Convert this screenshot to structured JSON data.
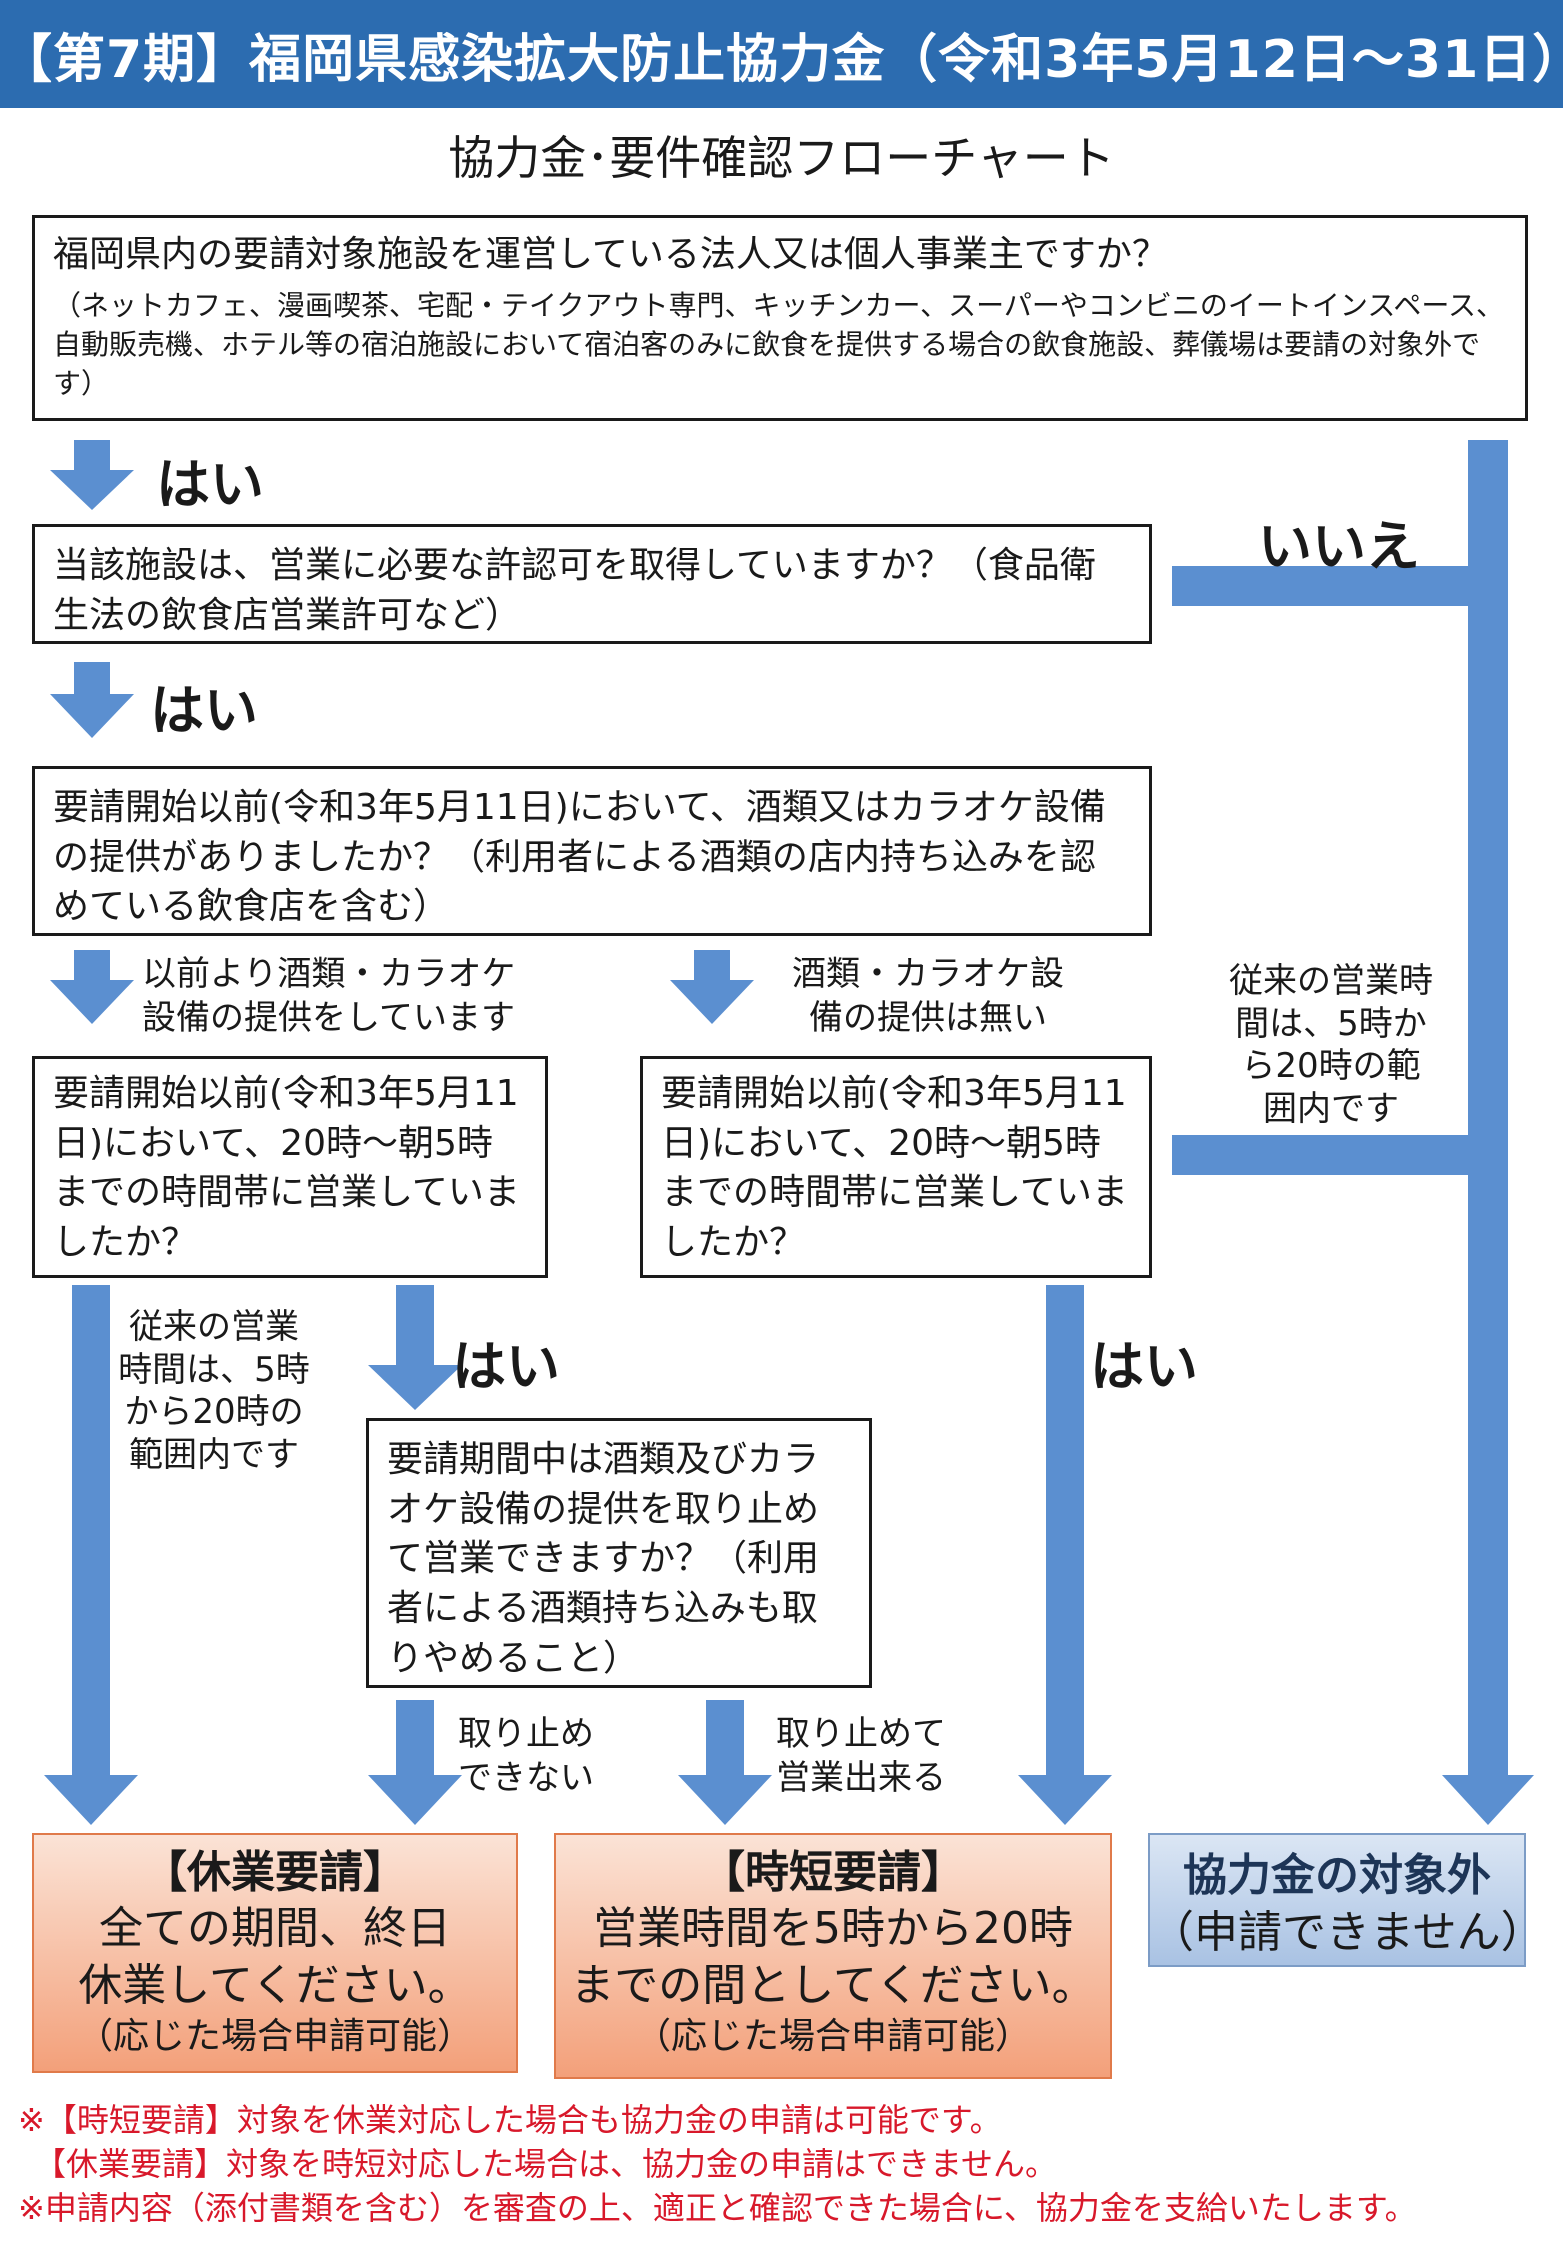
{
  "header": {
    "title": "【第7期】福岡県感染拡大防止協力金（令和3年5月12日～31日）"
  },
  "subtitle": "協力金･要件確認フローチャート",
  "questions": {
    "q1": {
      "text": "福岡県内の要請対象施設を運営している法人又は個人事業主ですか？",
      "note": "（ネットカフェ、漫画喫茶、宅配・テイクアウト専門、キッチンカー、スーパーやコンビニのイートインスペース、自動販売機、ホテル等の宿泊施設において宿泊客のみに飲食を提供する場合の飲食施設、葬儀場は要請の対象外です）"
    },
    "q2": {
      "text": "当該施設は、営業に必要な許認可を取得していますか？（食品衛生法の飲食店営業許可など）"
    },
    "q3": {
      "text": "要請開始以前(令和3年5月11日)において、酒類又はカラオケ設備の提供がありましたか？（利用者による酒類の店内持ち込みを認めている飲食店を含む）"
    },
    "q4a": {
      "text": "要請開始以前(令和3年5月11日)において、20時～朝5時までの時間帯に営業していましたか？"
    },
    "q4b": {
      "text": "要請開始以前(令和3年5月11日)において、20時～朝5時までの時間帯に営業していましたか？"
    },
    "q5": {
      "text": "要請期間中は酒類及びカラオケ設備の提供を取り止めて営業できますか？（利用者による酒類持ち込みも取りやめること）"
    }
  },
  "labels": {
    "yes1": "はい",
    "yes2": "はい",
    "no": "いいえ",
    "alcohol_yes": "以前より酒類・カラオケ設備の提供をしています",
    "alcohol_no": "酒類・カラオケ設備の提供は無い",
    "normal_hours_right": "従来の営業時間は、5時から20時の範囲内です",
    "normal_hours_left": "従来の営業時間は、5時から20時の範囲内です",
    "yes3": "はい",
    "yes4": "はい",
    "cannot_stop": "取り止めできない",
    "can_stop": "取り止めて営業出来る"
  },
  "results": {
    "closure": {
      "title": "【休業要請】",
      "line1": "全ての期間、終日",
      "line2": "休業してください。",
      "note": "（応じた場合申請可能）"
    },
    "shortened": {
      "title": "【時短要請】",
      "line1": "営業時間を5時から20時",
      "line2": "までの間としてください。",
      "note": "（応じた場合申請可能）"
    },
    "excluded": {
      "title": "協力金の対象外",
      "note": "（申請できません）"
    }
  },
  "footnotes": [
    "※【時短要請】対象を休業対応した場合も協力金の申請は可能です。",
    "　【休業要請】対象を時短対応した場合は、協力金の申請はできません。",
    "※申請内容（添付書類を含む）を審査の上、適正と確認できた場合に、協力金を支給いたします。"
  ],
  "colors": {
    "header": "#2c6cb0",
    "arrow": "#5b8fd0",
    "result_orange": "#f3a07a",
    "result_blue": "#a9c2e3",
    "footnote": "#d8182a"
  }
}
